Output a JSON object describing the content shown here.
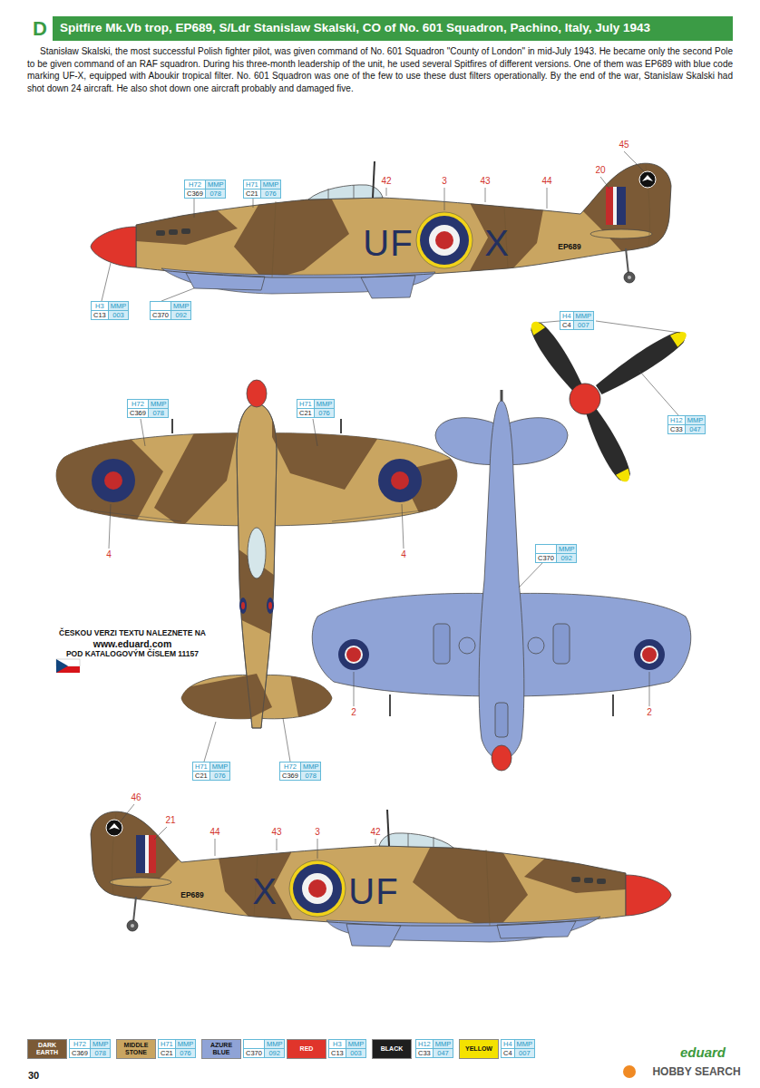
{
  "diagram": {
    "title": "Spitfire Mk.Vb trop, EP689, S/Ldr Stanislaw Skalski, CO of No. 601 Squadron, Pachino, Italy, July 1943",
    "caption": "Stanisław Skalski, the most successful Polish fighter pilot, was given command of No. 601 Squadron \"County of London\" in mid-July 1943. He became only the second Pole to be given command of an RAF squadron. During his three-month leadership of the unit, he used several Spitfires of different versions. One of them was EP689 with blue code marking UF-X, equipped with Aboukir tropical filter. No. 601 Squadron was one of the few to use these dust filters operationally. By the end of the war, Stanislaw Skalski had shot down 24 aircraft. He also shot down one aircraft probably and damaged five.",
    "nodes": [
      {
        "text": [
          "H72",
          "MMP",
          "C369",
          "078"
        ]
      },
      {
        "text": [
          "H71",
          "MMP",
          "C21",
          "076"
        ]
      },
      {
        "text": [
          "H3",
          "MMP",
          "C13",
          "003"
        ]
      },
      {
        "text": [
          "MMP",
          "C370",
          "092"
        ]
      },
      {
        "text": [
          "H4",
          "MMP",
          "C4",
          "007"
        ]
      },
      {
        "text": [
          "H72",
          "MMP",
          "C369",
          "078"
        ]
      },
      {
        "text": [
          "H71",
          "MMP",
          "C21",
          "076"
        ]
      },
      {
        "text": [
          "H12",
          "MMP",
          "C33",
          "047"
        ]
      },
      {
        "text": [
          "MMP",
          "C370",
          "092"
        ]
      },
      {
        "text": [
          "H71",
          "MMP",
          "C21",
          "076"
        ]
      },
      {
        "text": [
          "H72",
          "MMP",
          "C369",
          "078"
        ]
      },
      {
        "text": [
          "H72",
          "MMP",
          "C369",
          "078"
        ]
      },
      {
        "text": [
          "H71",
          "MMP",
          "C21",
          "076"
        ]
      },
      {
        "text": [
          "MMP",
          "C370",
          "092"
        ]
      },
      {
        "text": [
          "H3",
          "MMP",
          "C13",
          "003"
        ]
      },
      {
        "text": [
          "H12",
          "MMP",
          "C33",
          "047"
        ]
      },
      {
        "text": [
          "H4",
          "MMP",
          "C4",
          "007"
        ]
      }
    ],
    "labels": [
      "D",
      "42",
      "3",
      "43",
      "44",
      "45",
      "20",
      "UF",
      "X",
      "EP689",
      "4",
      "4",
      "2",
      "2",
      "ČESKOU VERZI TEXTU NALEZNETE NA",
      "www.eduard.com",
      "POD KATALOGOVÝM ČÍSLEM 11157",
      "46",
      "21",
      "44",
      "43",
      "3",
      "42",
      "X",
      "UF",
      "EP689",
      "30",
      "eduard",
      "HOBBY SEARCH"
    ],
    "legend": [
      {
        "text": "DARK EARTH",
        "color": "#7b5a36"
      },
      {
        "text": "MIDDLE STONE",
        "color": "#c9a561"
      },
      {
        "text": "AZURE BLUE",
        "color": "#8fa3d6"
      },
      {
        "text": "RED",
        "color": "#e0352b"
      },
      {
        "text": "BLACK",
        "color": "#1e1e1e"
      },
      {
        "text": "YELLOW",
        "color": "#f4e200"
      }
    ]
  }
}
